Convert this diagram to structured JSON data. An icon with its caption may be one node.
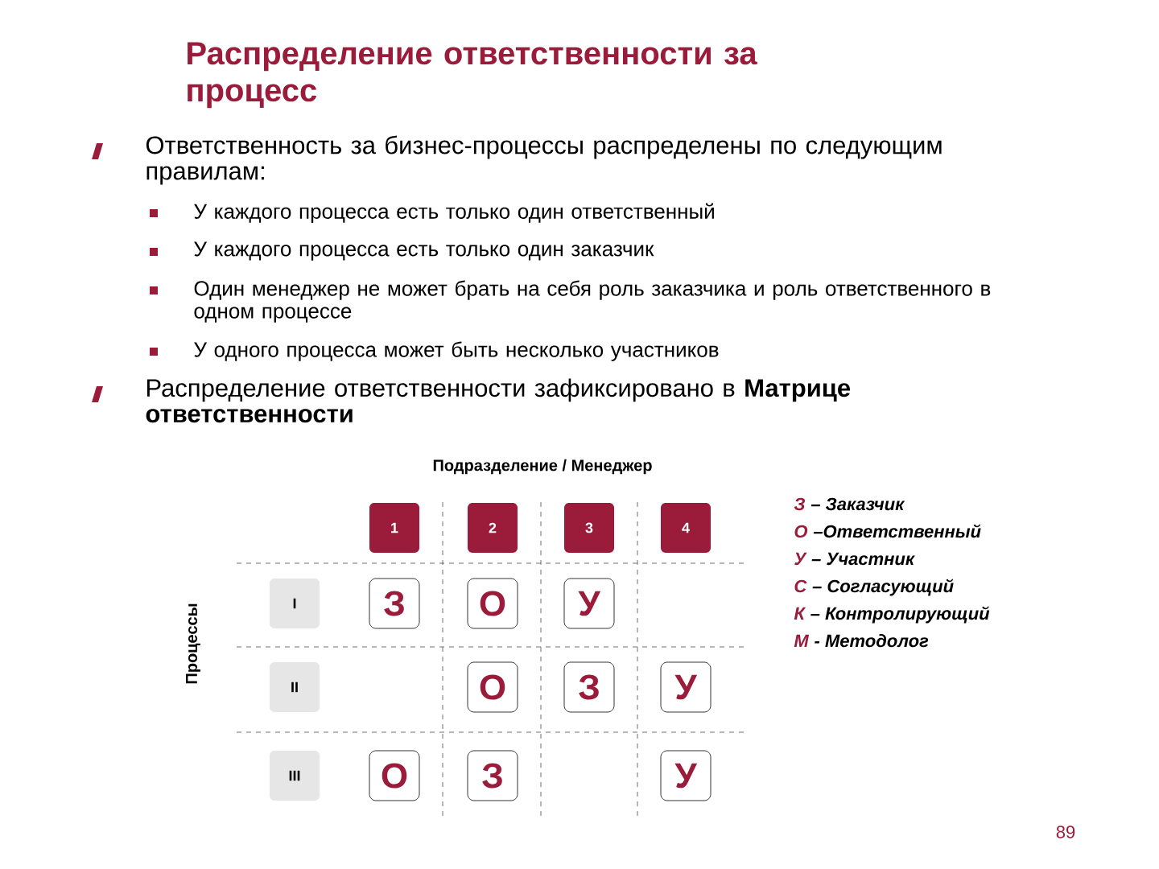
{
  "diagram": {
    "title": "Распределение ответственности за процесс",
    "nodes": [
      {
        "text": [
          "1"
        ]
      },
      {
        "text": [
          "2"
        ]
      },
      {
        "text": [
          "3"
        ]
      },
      {
        "text": [
          "4"
        ]
      },
      {
        "text": [
          "I"
        ]
      },
      {
        "text": [
          "II"
        ]
      },
      {
        "text": [
          "III"
        ]
      },
      {
        "text": [
          "З"
        ]
      },
      {
        "text": [
          "О"
        ]
      },
      {
        "text": [
          "У"
        ]
      },
      {
        "text": [
          "О"
        ]
      },
      {
        "text": [
          "З"
        ]
      },
      {
        "text": [
          "У"
        ]
      },
      {
        "text": [
          "О"
        ]
      },
      {
        "text": [
          "З"
        ]
      },
      {
        "text": [
          "У"
        ]
      }
    ],
    "labels": [
      "Ответственность за бизнес-процессы распределены по следующим правилам:",
      "У каждого процесса есть только один ответственный",
      "У каждого процесса есть только один заказчик",
      "Один менеджер не может брать на себя роль заказчика и роль ответственного в одном процессе",
      "У одного процесса может быть несколько участников",
      "Распределение ответственности зафиксировано в **Матрице ответственности**",
      "Подразделение / Менеджер",
      "Процессы",
      "З",
      "– Заказчик",
      "О",
      "–Ответственный",
      "У",
      "– Участник",
      "С",
      "– Согласующий",
      "К",
      "– Контролирующий",
      "М",
      "- Методолог",
      "89"
    ]
  }
}
